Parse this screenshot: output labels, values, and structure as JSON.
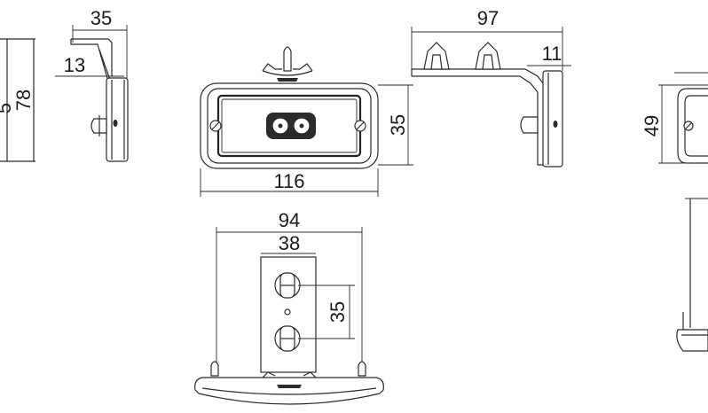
{
  "dimensions": {
    "left_partial": "5",
    "left_height": "78",
    "side_top_width": "35",
    "side_offset": "13",
    "front_height": "35",
    "front_width": "116",
    "bracket_width": "97",
    "bracket_thickness": "11",
    "right_height": "49",
    "bottom_outer_width": "94",
    "bottom_inner_width": "38",
    "bottom_hole_spacing": "35"
  },
  "colors": {
    "line": "#2b2b2b",
    "background": "#ffffff"
  }
}
